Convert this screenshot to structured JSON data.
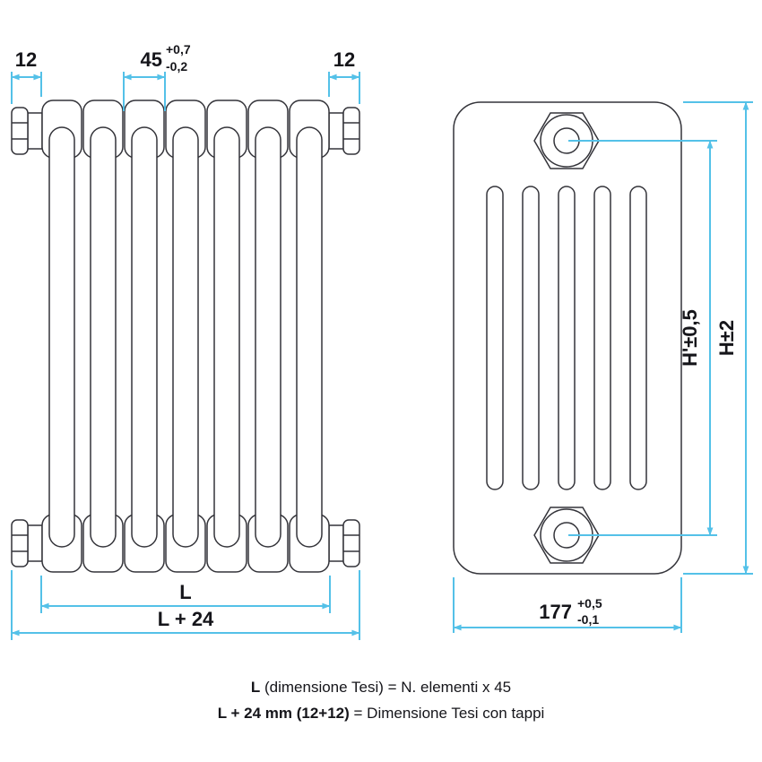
{
  "colors": {
    "dimension_line": "#54c1e8",
    "line": "#34343a",
    "text": "#15151a"
  },
  "front_view": {
    "elements_visible": 7,
    "dim_cap_left": "12",
    "dim_pitch": "45",
    "dim_pitch_tol_plus": "+0,7",
    "dim_pitch_tol_minus": "-0,2",
    "dim_cap_right": "12",
    "dim_length": "L",
    "dim_length_total": "L + 24"
  },
  "side_view": {
    "columns_visible": 5,
    "dim_height_centers": "H'±0,5",
    "dim_height_overall": "H±2",
    "dim_depth": "177",
    "dim_depth_tol_plus": "+0,5",
    "dim_depth_tol_minus": "-0,1"
  },
  "notes": {
    "line1_term": "L",
    "line1_text": " (dimensione Tesi) = N. elementi x 45",
    "line2_term": "L + 24 mm (12+12)",
    "line2_text": " = Dimensione Tesi con tappi"
  }
}
